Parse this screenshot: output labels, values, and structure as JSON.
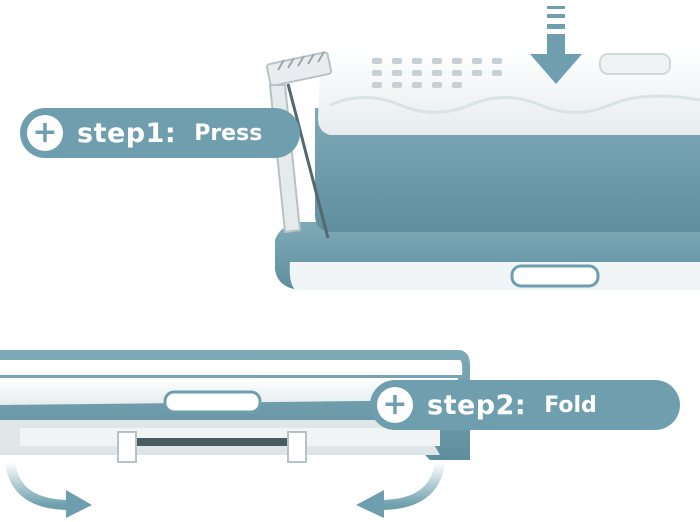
{
  "steps": [
    {
      "step": "step1:",
      "action": "Press",
      "icon": "plus-icon"
    },
    {
      "step": "step2:",
      "action": "Fold",
      "icon": "plus-icon"
    }
  ],
  "colors": {
    "accent": "#6f9fae",
    "tub_blue": "#6f9fae",
    "tub_white": "#f7f9f9",
    "arrow": "#6f9fae"
  },
  "icons": [
    "down-arrow-icon",
    "curved-arrow-left-icon",
    "curved-arrow-right-icon",
    "plus-icon"
  ]
}
